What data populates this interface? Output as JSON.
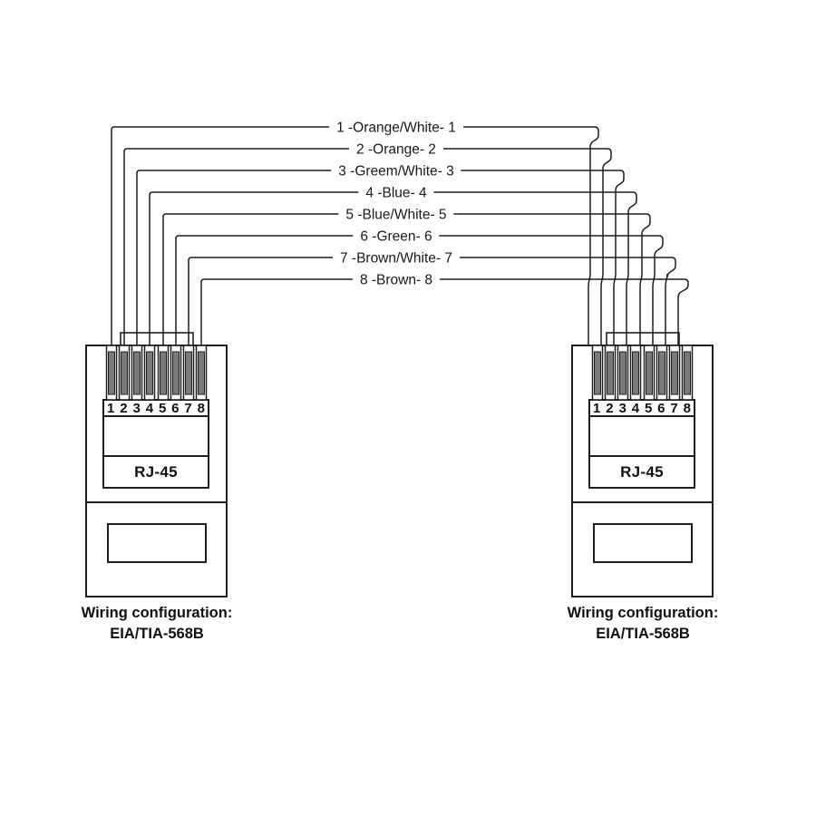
{
  "diagram": {
    "background_color": "#ffffff",
    "line_color": "#1f1f1f",
    "pin_contact_color": "#7a7a7a",
    "wire_labels": [
      "1 -Orange/White- 1",
      "2 -Orange- 2",
      "3 -Greem/White- 3",
      "4 -Blue- 4",
      "5 -Blue/White- 5",
      "6 -Green- 6",
      "7 -Brown/White- 7",
      "8 -Brown- 8"
    ],
    "left_connector": {
      "pin_numbers": [
        "1",
        "2",
        "3",
        "4",
        "5",
        "6",
        "7",
        "8"
      ],
      "label": "RJ-45",
      "caption_line1": "Wiring configuration:",
      "caption_line2": "EIA/TIA-568B"
    },
    "right_connector": {
      "pin_numbers": [
        "1",
        "2",
        "3",
        "4",
        "5",
        "6",
        "7",
        "8"
      ],
      "label": "RJ-45",
      "caption_line1": "Wiring configuration:",
      "caption_line2": "EIA/TIA-568B"
    }
  }
}
